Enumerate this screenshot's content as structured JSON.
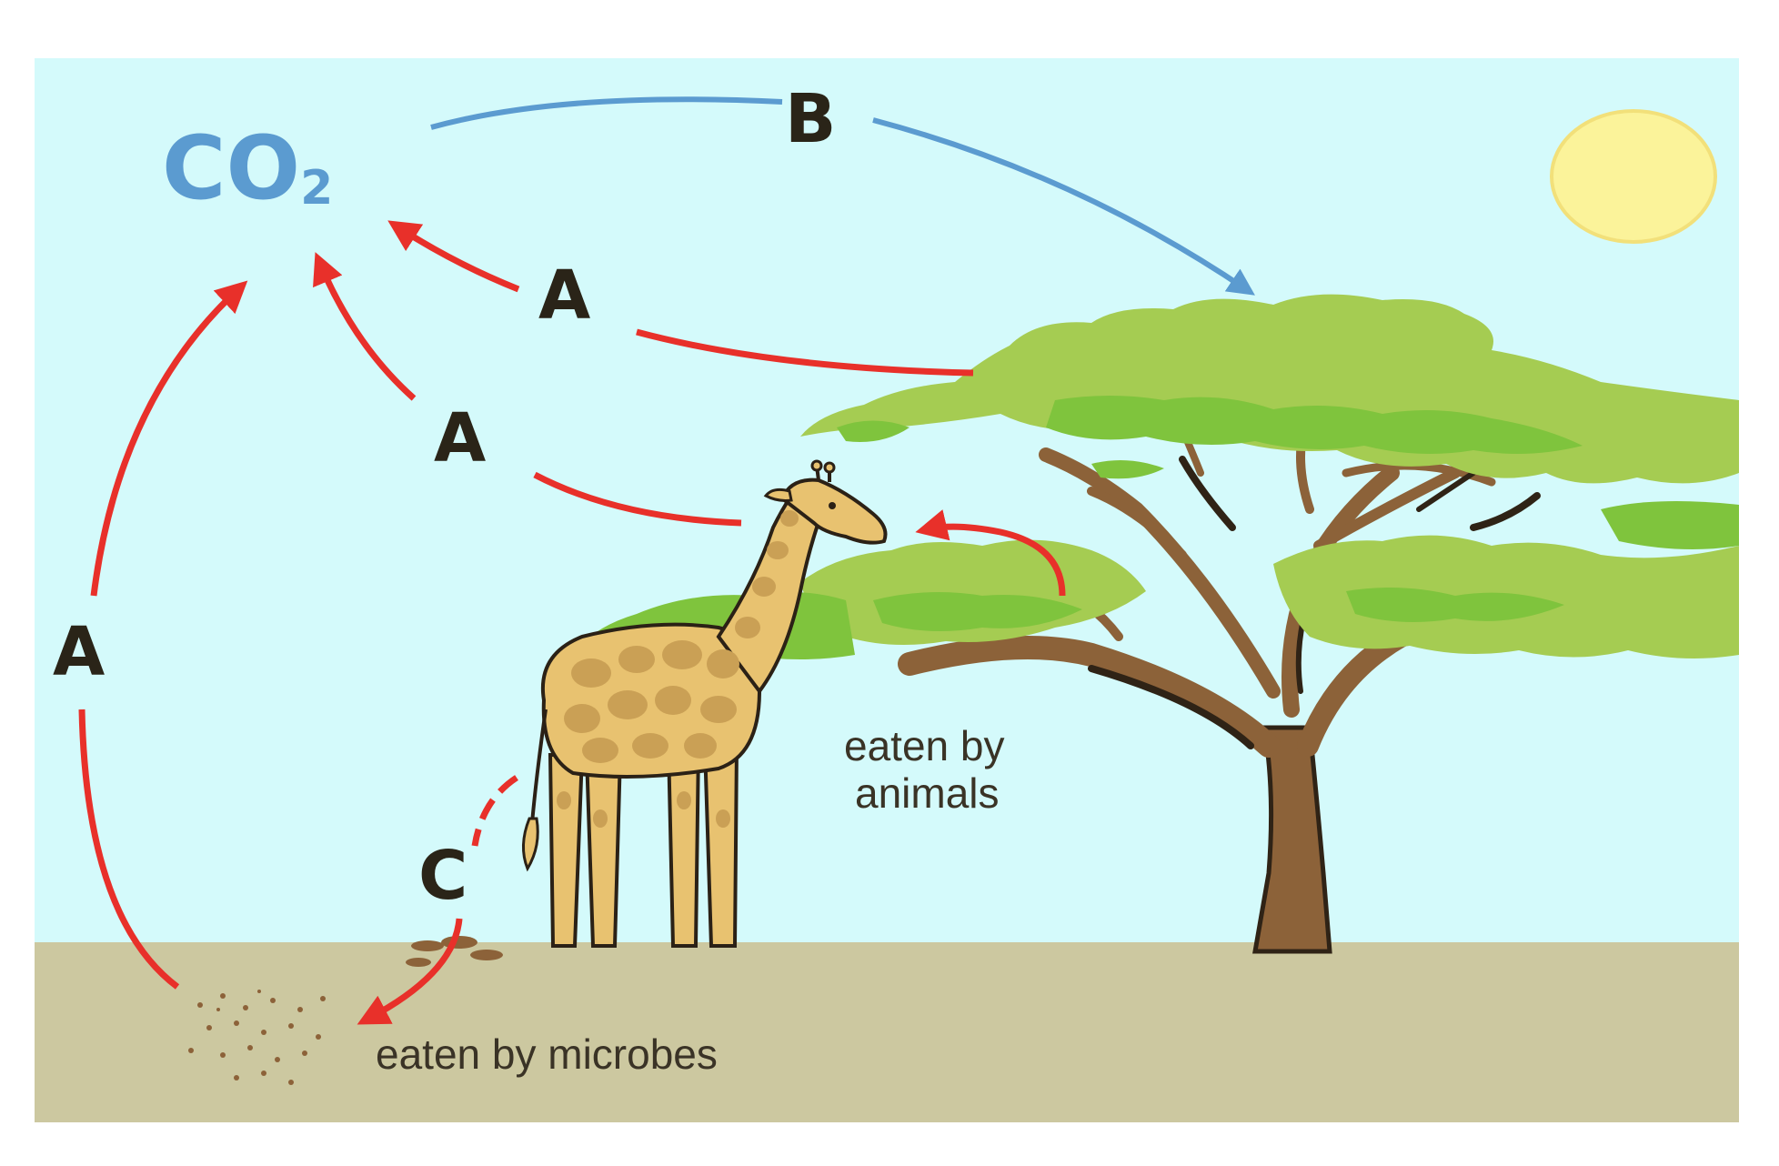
{
  "diagram": {
    "co2_label": "CO",
    "co2_subscript": "2",
    "process_labels": {
      "a_tree": "A",
      "a_animal": "A",
      "a_microbes": "A",
      "b_uptake": "B",
      "c_waste": "C"
    },
    "captions": {
      "eaten_by_animals_line1": "eaten by",
      "eaten_by_animals_line2": "animals",
      "eaten_by_microbes": "eaten by microbes"
    },
    "colors": {
      "sky": "#d4fafb",
      "ground": "#ccc8a0",
      "sun_fill": "#fbf39a",
      "sun_stroke": "#f2e07a",
      "co2_blue": "#5b9bd0",
      "arrow_red": "#e8302a",
      "arrow_blue": "#5b9bd0",
      "canopy_light": "#a5cc52",
      "canopy_dark": "#7fc43d",
      "trunk": "#8c6239",
      "trunk_dark": "#2f2316",
      "giraffe_body": "#e8c270",
      "giraffe_spots": "#caa055",
      "outline": "#2b2116"
    }
  }
}
